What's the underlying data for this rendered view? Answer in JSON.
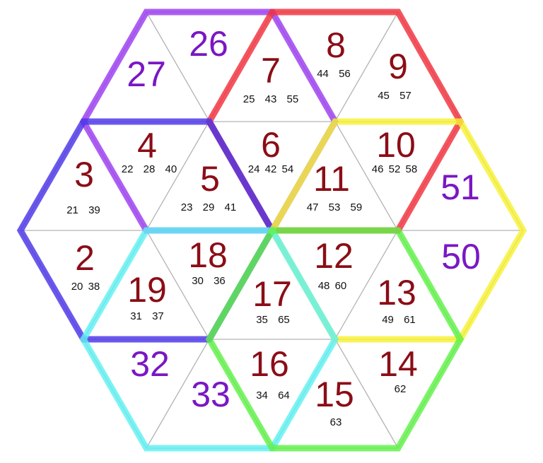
{
  "colors": {
    "dark_red": "#8b0d16",
    "purple_text": "#7a17c4",
    "small_text": "#111111",
    "grid": "#b3b3b3",
    "hex_purple": "#9b3cf0",
    "hex_red": "#f2303c",
    "hex_blue": "#4a33e8",
    "hex_yellow": "#f6f232",
    "hex_cyan": "#5ef0f3",
    "hex_green": "#5ef245"
  },
  "triangles": [
    {
      "id": "t27",
      "big": "27",
      "big_color": "purple",
      "small": ""
    },
    {
      "id": "t26",
      "big": "26",
      "big_color": "purple",
      "small": ""
    },
    {
      "id": "t7",
      "big": "7",
      "big_color": "red",
      "small": "25 43 55"
    },
    {
      "id": "t8",
      "big": "8",
      "big_color": "red",
      "small": "44 56"
    },
    {
      "id": "t9",
      "big": "9",
      "big_color": "red",
      "small": "45 57"
    },
    {
      "id": "t3",
      "big": "3",
      "big_color": "red",
      "small": "21 39"
    },
    {
      "id": "t4",
      "big": "4",
      "big_color": "red",
      "small": "22 28 40"
    },
    {
      "id": "t5",
      "big": "5",
      "big_color": "red",
      "small": "23 29 41"
    },
    {
      "id": "t6",
      "big": "6",
      "big_color": "red",
      "small": "24 42 54"
    },
    {
      "id": "t11",
      "big": "11",
      "big_color": "red",
      "small": "47 53 59"
    },
    {
      "id": "t10",
      "big": "10",
      "big_color": "red",
      "small": "46 52 58"
    },
    {
      "id": "t51",
      "big": "51",
      "big_color": "purple",
      "small": ""
    },
    {
      "id": "t2",
      "big": "2",
      "big_color": "red",
      "small": "20 38"
    },
    {
      "id": "t19",
      "big": "19",
      "big_color": "red",
      "small": "31 37"
    },
    {
      "id": "t18",
      "big": "18",
      "big_color": "red",
      "small": "30 36"
    },
    {
      "id": "t17",
      "big": "17",
      "big_color": "red",
      "small": "35 65"
    },
    {
      "id": "t12",
      "big": "12",
      "big_color": "red",
      "small": "48 60"
    },
    {
      "id": "t13",
      "big": "13",
      "big_color": "red",
      "small": "49 61"
    },
    {
      "id": "t50",
      "big": "50",
      "big_color": "purple",
      "small": ""
    },
    {
      "id": "t32",
      "big": "32",
      "big_color": "purple",
      "small": ""
    },
    {
      "id": "t33",
      "big": "33",
      "big_color": "purple",
      "small": ""
    },
    {
      "id": "t16",
      "big": "16",
      "big_color": "red",
      "small": "34 64"
    },
    {
      "id": "t15",
      "big": "15",
      "big_color": "red",
      "small": "63"
    },
    {
      "id": "t14",
      "big": "14",
      "big_color": "red",
      "small": "62"
    }
  ]
}
